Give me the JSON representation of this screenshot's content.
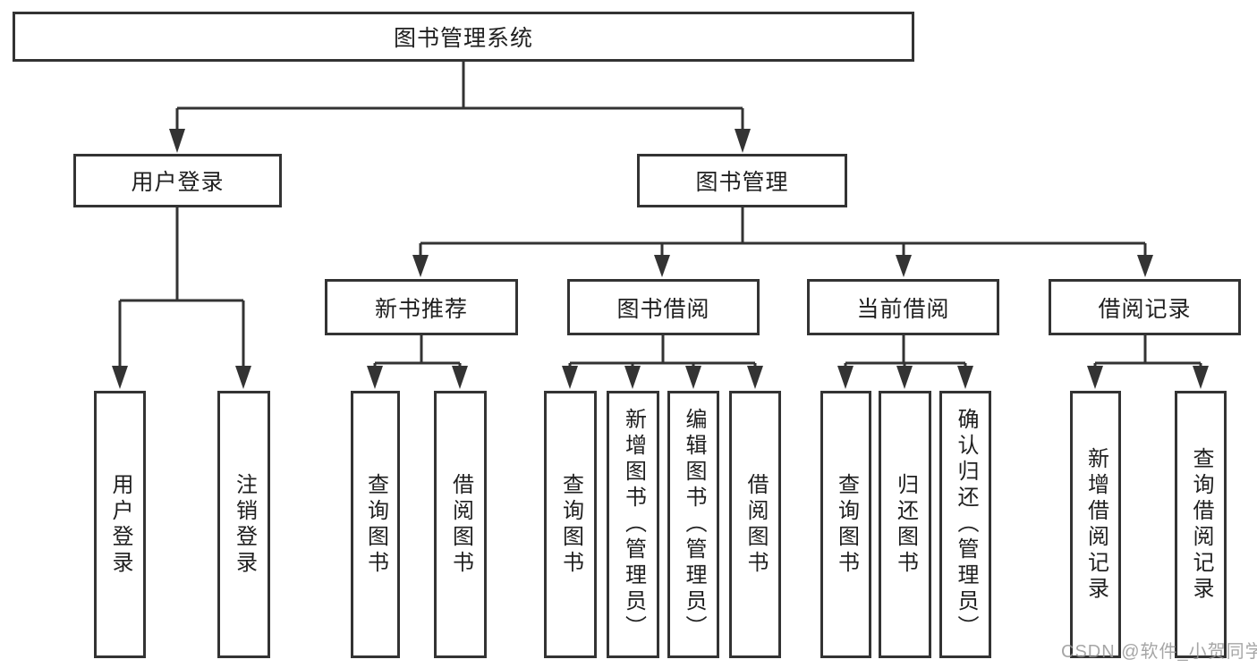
{
  "tree": {
    "root": {
      "label": "图书管理系统",
      "children": [
        {
          "label": "用户登录",
          "children": [
            {
              "label": "用户登录"
            },
            {
              "label": "注销登录"
            }
          ]
        },
        {
          "label": "图书管理",
          "children": [
            {
              "label": "新书推荐",
              "children": [
                {
                  "label": "查询图书"
                },
                {
                  "label": "借阅图书"
                }
              ]
            },
            {
              "label": "图书借阅",
              "children": [
                {
                  "label": "查询图书"
                },
                {
                  "label": "新增图书（管理员）"
                },
                {
                  "label": "编辑图书（管理员）"
                },
                {
                  "label": "借阅图书"
                }
              ]
            },
            {
              "label": "当前借阅",
              "children": [
                {
                  "label": "查询图书"
                },
                {
                  "label": "归还图书"
                },
                {
                  "label": "确认归还（管理员）"
                }
              ]
            },
            {
              "label": "借阅记录",
              "children": [
                {
                  "label": "新增借阅记录"
                },
                {
                  "label": "查询借阅记录"
                }
              ]
            }
          ]
        }
      ]
    }
  },
  "watermark": {
    "text": "CSDN @软件_小贺同学"
  },
  "colors": {
    "line": "#333333",
    "node_border": "#333333",
    "node_text": "#1f1f1f",
    "watermark": "#969696",
    "background": "#ffffff"
  }
}
